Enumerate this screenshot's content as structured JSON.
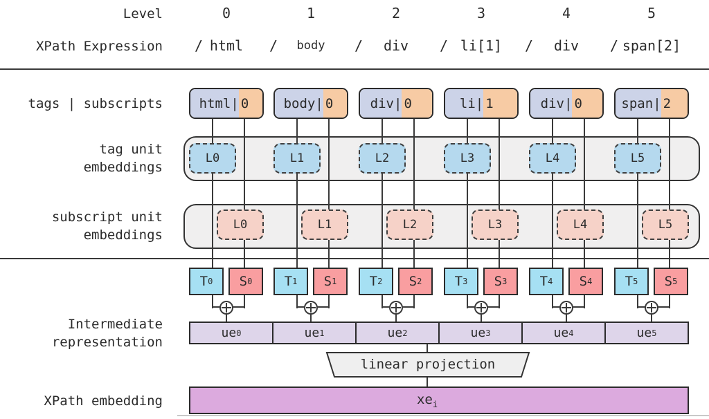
{
  "pipe_char": "|",
  "header": {
    "level_label": "Level",
    "xpath_label": "XPath Expression",
    "slash": "/"
  },
  "section_labels": {
    "tags_subscripts": "tags | subscripts",
    "tag_unit_line1": "tag unit",
    "tag_unit_line2": "embeddings",
    "subscript_unit_line1": "subscript unit",
    "subscript_unit_line2": "embeddings",
    "intermediate_line1": "Intermediate",
    "intermediate_line2": "representation",
    "xpath_embedding": "XPath embedding"
  },
  "columns": [
    {
      "level": "0",
      "token": "html",
      "tag": "html",
      "subscript": "0",
      "tag_unit": "L0",
      "subscript_unit": "L0",
      "t": "T",
      "s": "S",
      "index": "0",
      "ue": "ue"
    },
    {
      "level": "1",
      "token": "body",
      "tag": "body",
      "subscript": "0",
      "tag_unit": "L1",
      "subscript_unit": "L1",
      "t": "T",
      "s": "S",
      "index": "1",
      "ue": "ue"
    },
    {
      "level": "2",
      "token": "div",
      "tag": "div",
      "subscript": "0",
      "tag_unit": "L2",
      "subscript_unit": "L2",
      "t": "T",
      "s": "S",
      "index": "2",
      "ue": "ue"
    },
    {
      "level": "3",
      "token": "li[1]",
      "tag": "li",
      "subscript": "1",
      "tag_unit": "L3",
      "subscript_unit": "L3",
      "t": "T",
      "s": "S",
      "index": "3",
      "ue": "ue"
    },
    {
      "level": "4",
      "token": "div",
      "tag": "div",
      "subscript": "0",
      "tag_unit": "L4",
      "subscript_unit": "L4",
      "t": "T",
      "s": "S",
      "index": "4",
      "ue": "ue"
    },
    {
      "level": "5",
      "token": "span[2]",
      "tag": "span",
      "subscript": "2",
      "tag_unit": "L5",
      "subscript_unit": "L5",
      "t": "T",
      "s": "S",
      "index": "5",
      "ue": "ue"
    }
  ],
  "projection": {
    "label": "linear projection"
  },
  "output": {
    "label": "xe",
    "subscript": "i"
  },
  "colors": {
    "tag_fill": "#ccd3e8",
    "subscript_fill": "#f7cba4",
    "tag_unit_fill": "#b5d9ee",
    "subscript_unit_fill": "#f6d2c8",
    "t_fill": "#a6e0f3",
    "s_fill": "#f99ea0",
    "ue_fill": "#ded5ea",
    "xe_fill": "#dcaade",
    "container_fill": "#f0efef",
    "line": "#3a3a3a"
  }
}
